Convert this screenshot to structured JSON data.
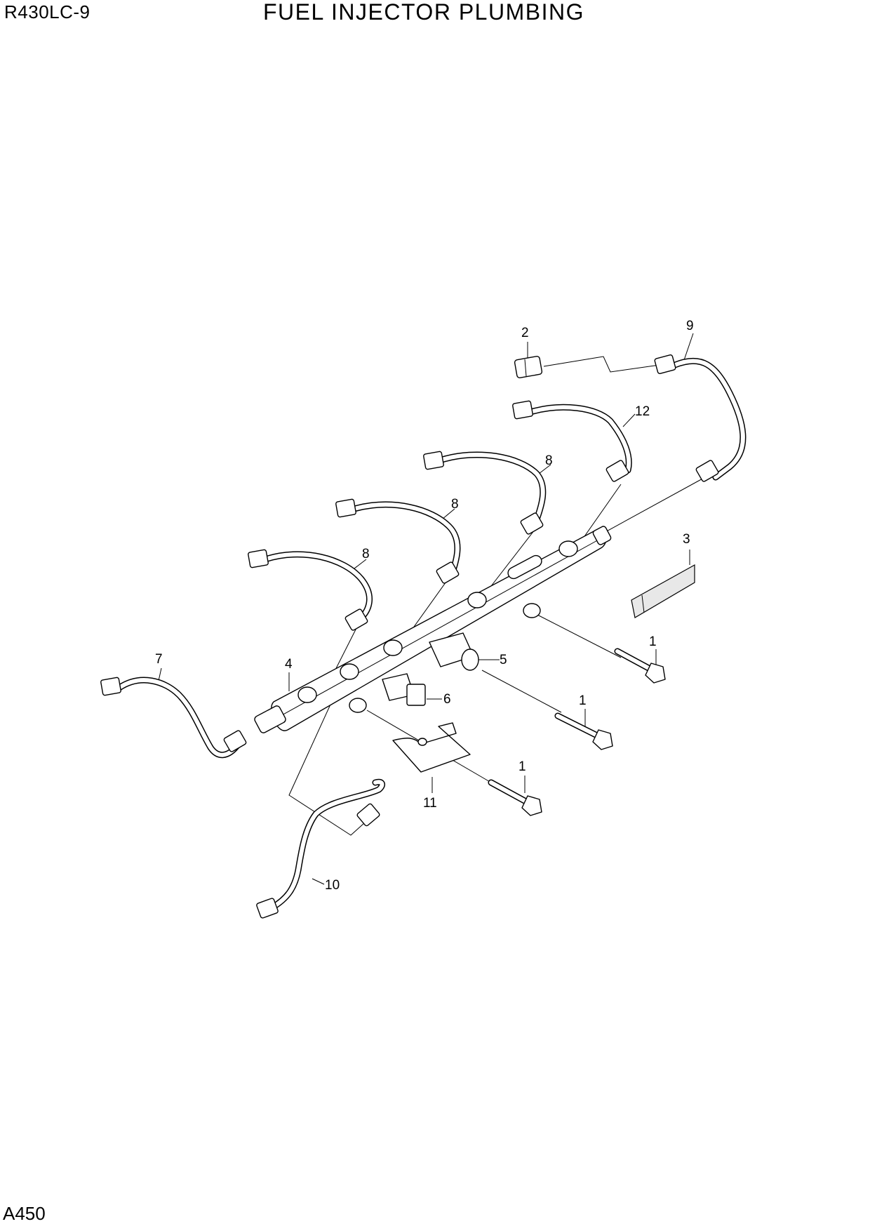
{
  "header": {
    "model": "R430LC-9",
    "title": "FUEL INJECTOR PLUMBING"
  },
  "footer": {
    "page_id": "A450"
  },
  "callouts": {
    "c1a": "1",
    "c1b": "1",
    "c1c": "1",
    "c2": "2",
    "c3": "3",
    "c4": "4",
    "c5": "5",
    "c6": "6",
    "c7": "7",
    "c8a": "8",
    "c8b": "8",
    "c8c": "8",
    "c9": "9",
    "c10": "10",
    "c11": "11",
    "c12": "12"
  }
}
